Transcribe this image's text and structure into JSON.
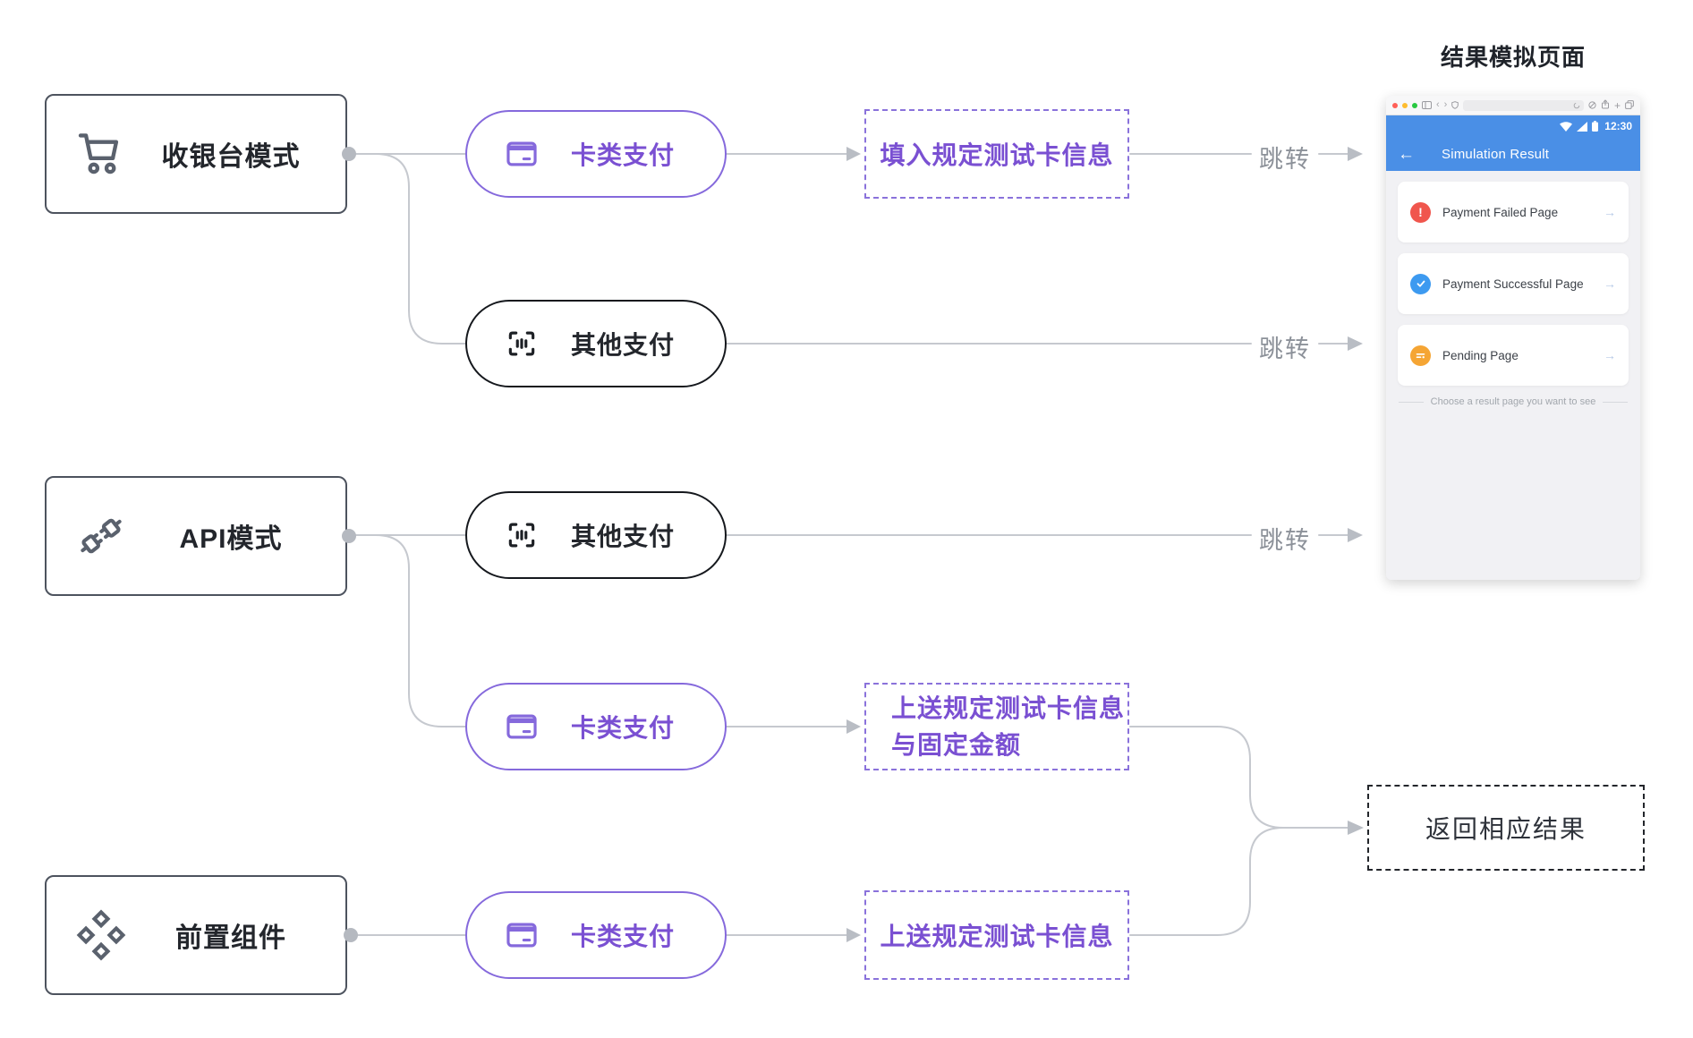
{
  "title": "结果模拟页面",
  "sources": [
    {
      "label": "收银台模式",
      "icon": "cart-icon"
    },
    {
      "label": "API模式",
      "icon": "plug-icon"
    },
    {
      "label": "前置组件",
      "icon": "components-icon"
    }
  ],
  "pills": [
    {
      "label": "卡类支付",
      "variant": "purple",
      "icon": "card-icon"
    },
    {
      "label": "其他支付",
      "variant": "dark",
      "icon": "scan-icon"
    },
    {
      "label": "其他支付",
      "variant": "dark",
      "icon": "scan-icon"
    },
    {
      "label": "卡类支付",
      "variant": "purple",
      "icon": "card-icon"
    },
    {
      "label": "卡类支付",
      "variant": "purple",
      "icon": "card-icon"
    }
  ],
  "steps": {
    "fill_card_info": "填入规定测试卡信息",
    "send_card_info_line1": "上送规定测试卡信息",
    "send_card_info_line2": "与固定金额",
    "send_card_info": "上送规定测试卡信息"
  },
  "jump_label": "跳转",
  "result_label": "返回相应结果",
  "phone": {
    "status_time": "12:30",
    "nav_title": "Simulation Result",
    "cards": [
      {
        "label": "Payment Failed Page",
        "icon": "error-icon",
        "color": "#f0564d"
      },
      {
        "label": "Payment Successful Page",
        "icon": "success-icon",
        "color": "#3d9af0"
      },
      {
        "label": "Pending Page",
        "icon": "pending-icon",
        "color": "#f5a534"
      }
    ],
    "hint": "Choose a result page you want to see"
  },
  "colors": {
    "purple_border": "#8569dc",
    "purple_text": "#7a50d2",
    "dark": "#15181d",
    "connector": "#c6c9cf",
    "jump_text": "#8c9199",
    "phone_blue": "#4a8fe6",
    "failed_red": "#f0564d",
    "success_blue": "#3d9af0",
    "pending_orange": "#f5a534"
  }
}
